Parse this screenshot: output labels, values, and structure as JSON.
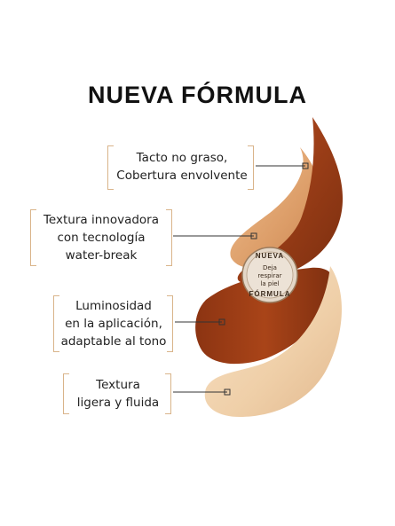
{
  "title": "NUEVA FÓRMULA",
  "claims": [
    {
      "lines": [
        "Tacto no graso,",
        "Cobertura envolvente"
      ]
    },
    {
      "lines": [
        "Textura innovadora",
        "con tecnología",
        "water-break"
      ]
    },
    {
      "lines": [
        "Luminosidad",
        "en la aplicación,",
        "adaptable al tono"
      ]
    },
    {
      "lines": [
        "Textura",
        "ligera y fluida"
      ]
    }
  ],
  "seal": {
    "top_text": "NUEVA",
    "bottom_text": "FÓRMULA",
    "center_lines": [
      "Deja",
      "respirar",
      "la piel"
    ]
  },
  "colors": {
    "bracket": "#d9b48a",
    "swatch_dark": "#9a3d17",
    "swatch_medium": "#d99a66",
    "swatch_light": "#efcfa8",
    "line": "#333333"
  }
}
